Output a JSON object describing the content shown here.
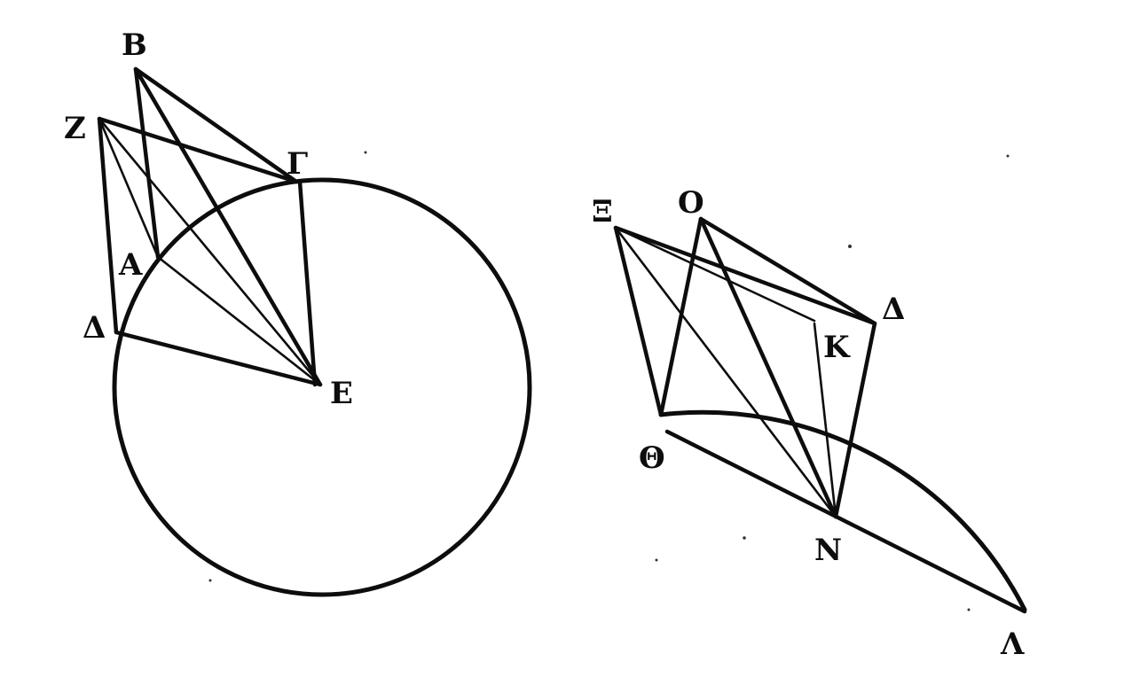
{
  "figure": {
    "left": {
      "labels": {
        "B": "B",
        "Z": "Z",
        "G": "Γ",
        "A": "A",
        "D": "Δ",
        "E": "E"
      }
    },
    "right": {
      "labels": {
        "X": "Ξ",
        "O": "O",
        "D": "Δ",
        "K": "K",
        "Th": "Θ",
        "N": "N",
        "L": "Λ"
      }
    }
  }
}
